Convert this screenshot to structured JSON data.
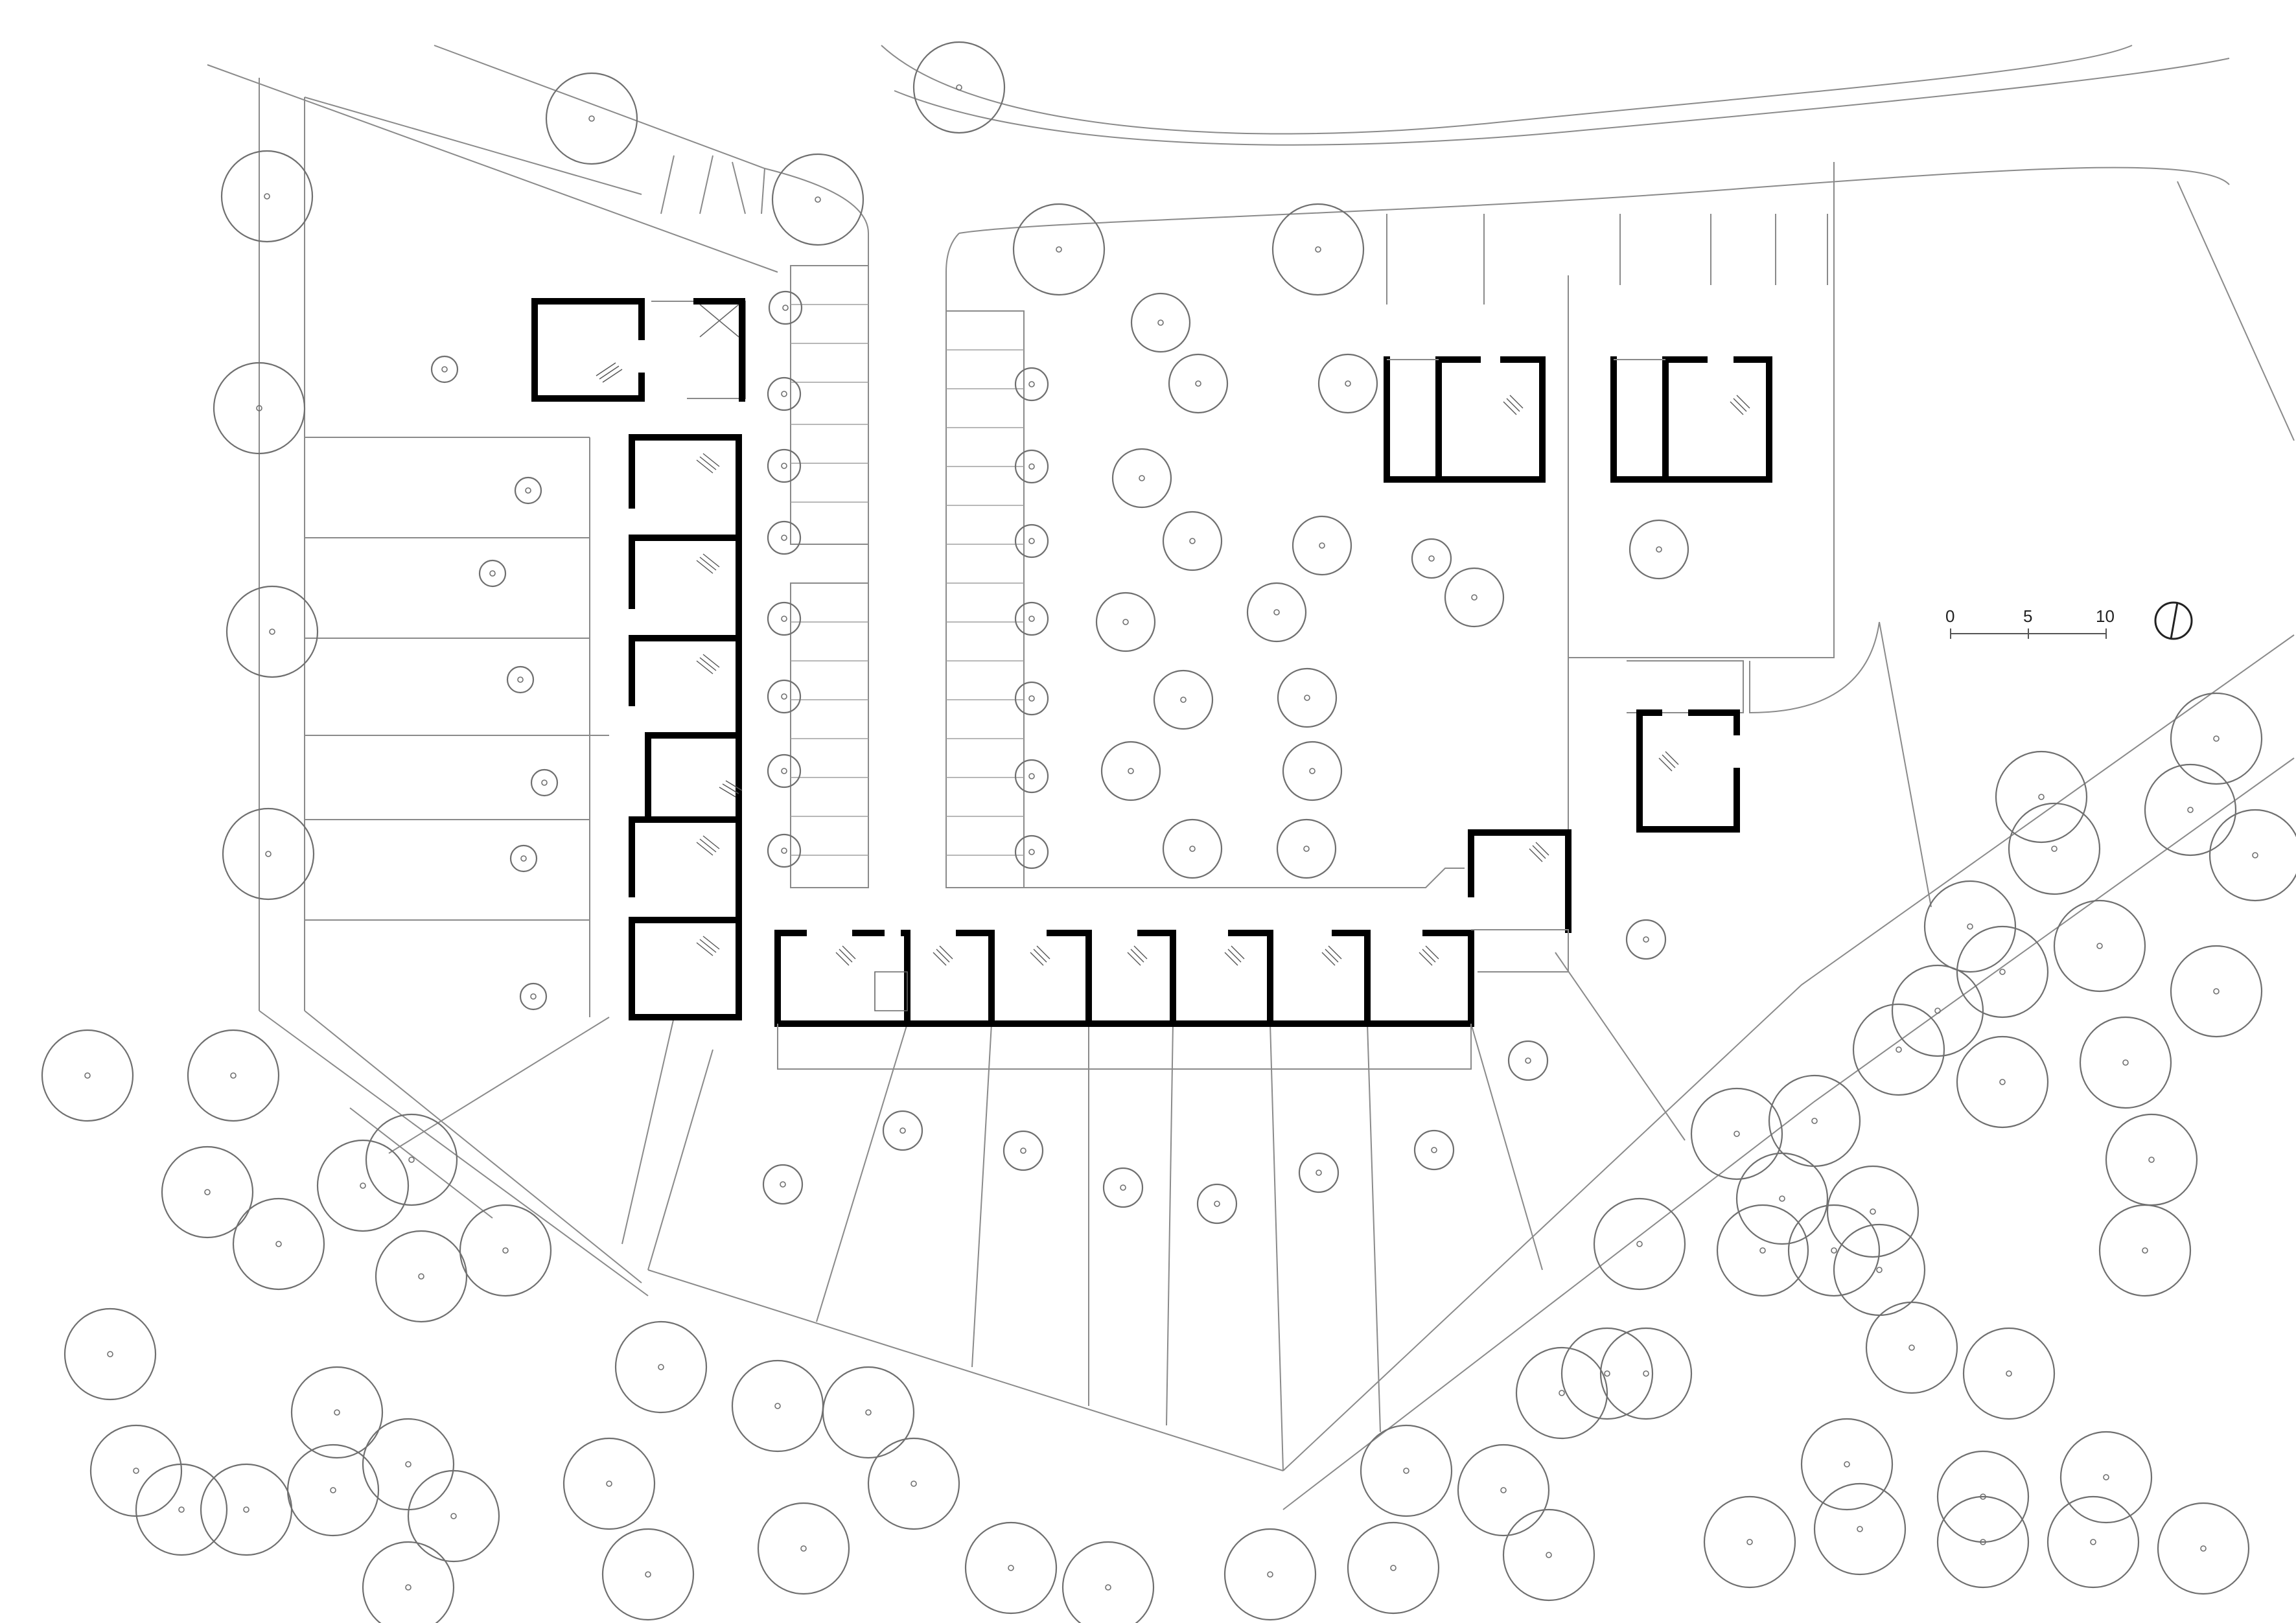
{
  "scale_bar": {
    "labels": [
      "0",
      "5",
      "10"
    ]
  },
  "north_arrow": {
    "icon": "north-arrow-icon"
  },
  "colors": {
    "walls": "#000000",
    "site_lines": "#8a8a8a",
    "trees": "#6f6f6f",
    "background": "#ffffff"
  }
}
